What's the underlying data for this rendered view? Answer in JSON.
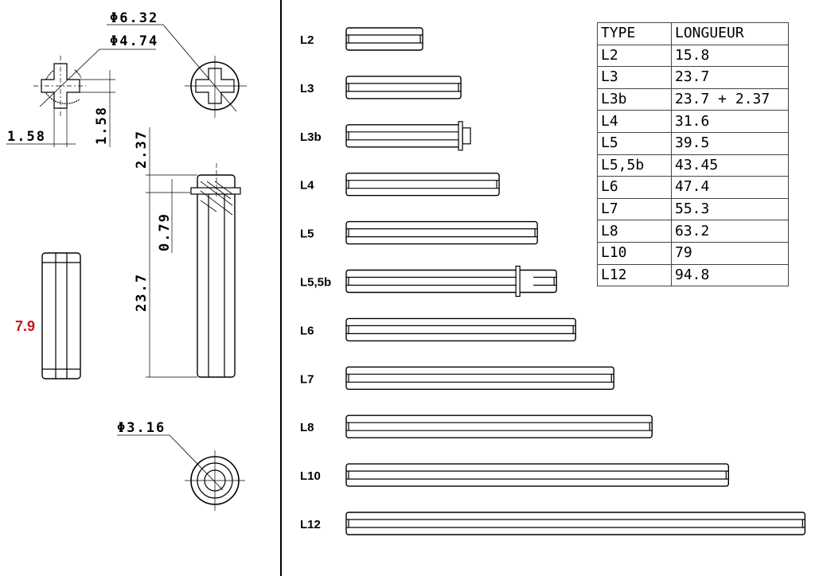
{
  "dimensions": {
    "d_outer": "Φ6.32",
    "d_inner": "Φ4.74",
    "cross_width_h": "1.58",
    "cross_width_v": "1.58",
    "flange_height": "2.37",
    "flange_thickness": "0.79",
    "body_length": "23.7",
    "d_hole": "Φ3.16",
    "side_length": "7.9"
  },
  "colors": {
    "highlight": "#cc1111",
    "line": "#000000"
  },
  "axles": [
    {
      "label": "L2",
      "length": 15.8
    },
    {
      "label": "L3",
      "length": 23.7
    },
    {
      "label": "L3b",
      "length": 23.7,
      "stop": true
    },
    {
      "label": "L4",
      "length": 31.6
    },
    {
      "label": "L5",
      "length": 39.5
    },
    {
      "label": "L5,5b",
      "length": 43.45,
      "stop_mid": true
    },
    {
      "label": "L6",
      "length": 47.4
    },
    {
      "label": "L7",
      "length": 55.3
    },
    {
      "label": "L8",
      "length": 63.2
    },
    {
      "label": "L10",
      "length": 79
    },
    {
      "label": "L12",
      "length": 94.8
    }
  ],
  "table": {
    "headers": [
      "TYPE",
      "LONGUEUR"
    ],
    "rows": [
      [
        "L2",
        "15.8"
      ],
      [
        "L3",
        "23.7"
      ],
      [
        "L3b",
        "23.7 + 2.37"
      ],
      [
        "L4",
        "31.6"
      ],
      [
        "L5",
        "39.5"
      ],
      [
        "L5,5b",
        "43.45"
      ],
      [
        "L6",
        "47.4"
      ],
      [
        "L7",
        "55.3"
      ],
      [
        "L8",
        "63.2"
      ],
      [
        "L10",
        "79"
      ],
      [
        "L12",
        "94.8"
      ]
    ]
  }
}
